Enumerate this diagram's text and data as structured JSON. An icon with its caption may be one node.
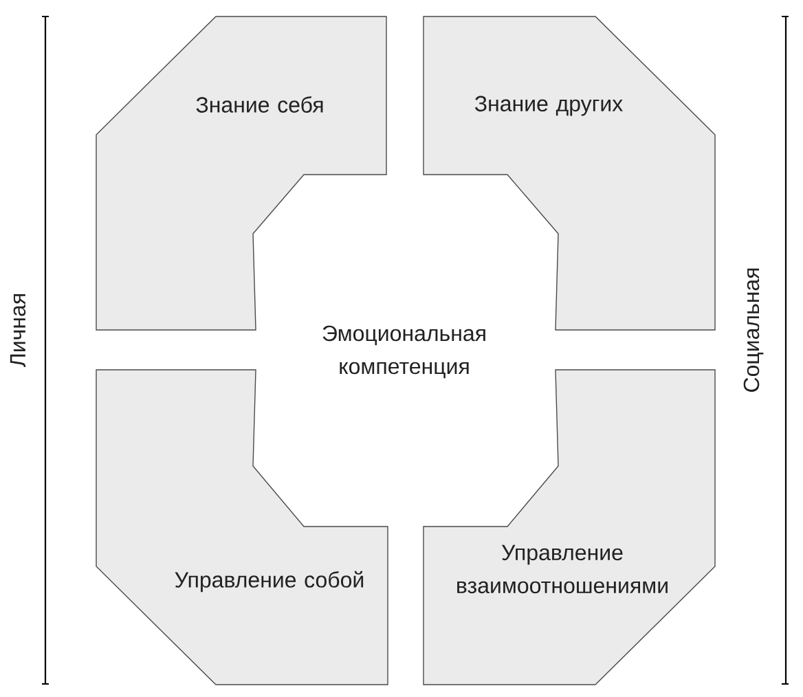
{
  "diagram": {
    "nodes": [
      {
        "text": [
          "Знание себя"
        ]
      },
      {
        "text": [
          "Знание других"
        ]
      },
      {
        "text": [
          "Управление собой"
        ]
      },
      {
        "text": [
          "Управление взаимоотношениями"
        ]
      }
    ],
    "labels": [
      "Личная",
      "Эмоциональная компетенция",
      "Социальная"
    ]
  }
}
